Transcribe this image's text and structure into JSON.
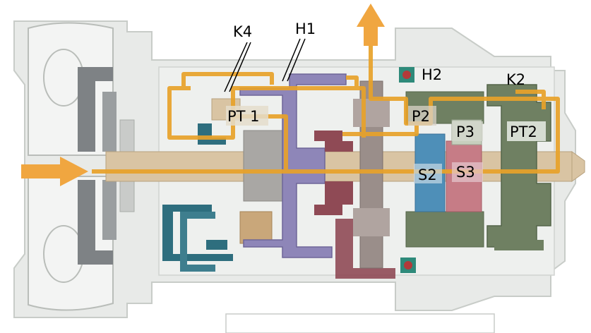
{
  "diagram": {
    "labels": {
      "k4": "K4",
      "h1": "H1",
      "h2": "H2",
      "k2": "K2",
      "pt1": "PT 1",
      "p2": "P2",
      "p3": "P3",
      "pt2": "PT2",
      "s2": "S2",
      "s3": "S3"
    },
    "colors": {
      "power_flow": "#E8A22A",
      "housing": "#E6E8E6",
      "shaft": "#D9C4A3",
      "converter": "#7E8285",
      "purple": "#8E86B8",
      "teal": "#2E6E7E",
      "maroon": "#8F4A55",
      "planet_green": "#6F8062",
      "blue_gear": "#4E8FB8",
      "pink_gear": "#C67C86"
    },
    "icons": [
      "power-flow-arrow-input",
      "power-flow-arrow-output",
      "brake-h2-symbol",
      "brake-lower-symbol"
    ]
  }
}
